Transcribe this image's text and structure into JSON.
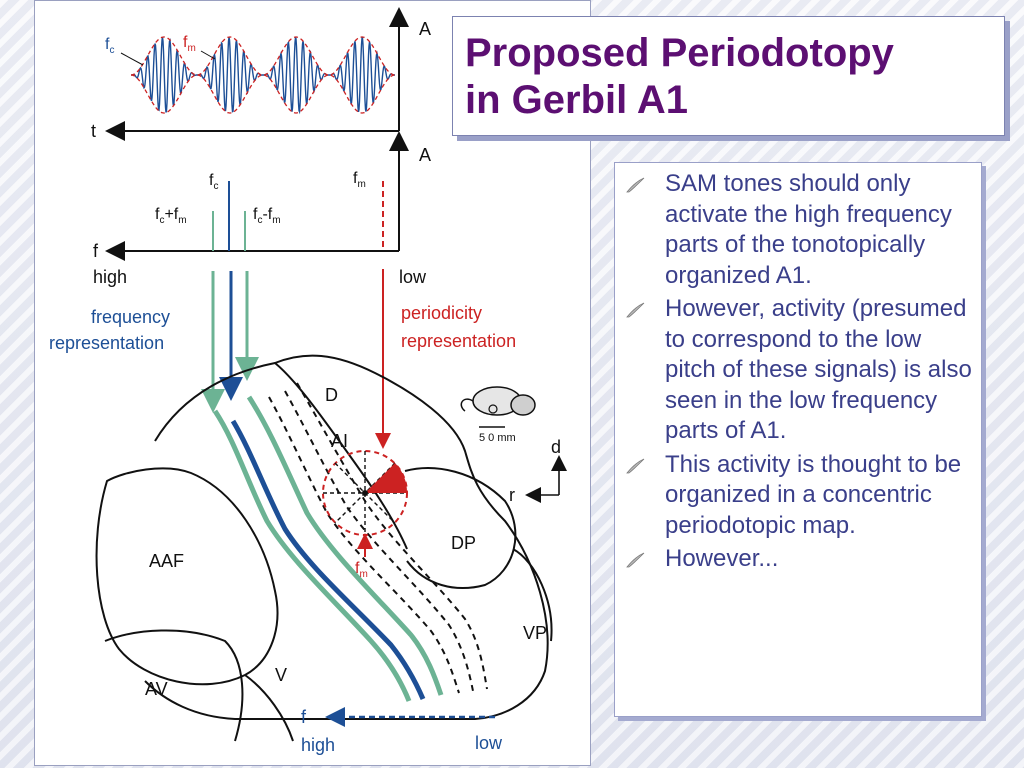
{
  "title": {
    "line1": "Proposed Periodotopy",
    "line2": "in Gerbil A1"
  },
  "bullets": [
    {
      "text": "SAM tones should only activate the high frequency parts of the tonotopically organized A1."
    },
    {
      "text": "However, activity (presumed to correspond to the low pitch of these signals) is also seen in the low frequency parts of A1."
    },
    {
      "text": "This activity is thought to be organized in a concentric periodotopic map."
    },
    {
      "text": "However..."
    }
  ],
  "figure": {
    "waveform": {
      "axis_a": "A",
      "axis_t": "t",
      "fc": "f",
      "fc_sub": "c",
      "fm": "f",
      "fm_sub": "m"
    },
    "spectrum": {
      "axis_a": "A",
      "axis_f": "f",
      "high": "high",
      "low": "low",
      "fc": "f",
      "fc_sub": "c",
      "fcplus_1": "f",
      "fcplus_sub1": "c",
      "fcplus_mid": "+f",
      "fcplus_sub2": "m",
      "fcminus_1": "f",
      "fcminus_sub1": "c",
      "fcminus_mid": "-f",
      "fcminus_sub2": "m",
      "fm": "f",
      "fm_sub": "m"
    },
    "representation": {
      "frequency_1": "frequency",
      "frequency_2": "representation",
      "periodicity_1": "periodicity",
      "periodicity_2": "representation"
    },
    "areas": {
      "d": "D",
      "ai": "AI",
      "dp": "DP",
      "aaf": "AAF",
      "vp": "VP",
      "av": "AV",
      "v": "V"
    },
    "scale": "5  0 mm",
    "orientation": {
      "d": "d",
      "r": "r"
    },
    "circle_fm": "f",
    "circle_fm_sub": "m",
    "bottom_axis": {
      "f": "f",
      "high": "high",
      "low": "low"
    }
  },
  "colors": {
    "title": "#5c0f72",
    "bullet_text": "#3a3f8a",
    "green": "#6cb394",
    "blue": "#1d4f96",
    "red": "#cc2222"
  }
}
